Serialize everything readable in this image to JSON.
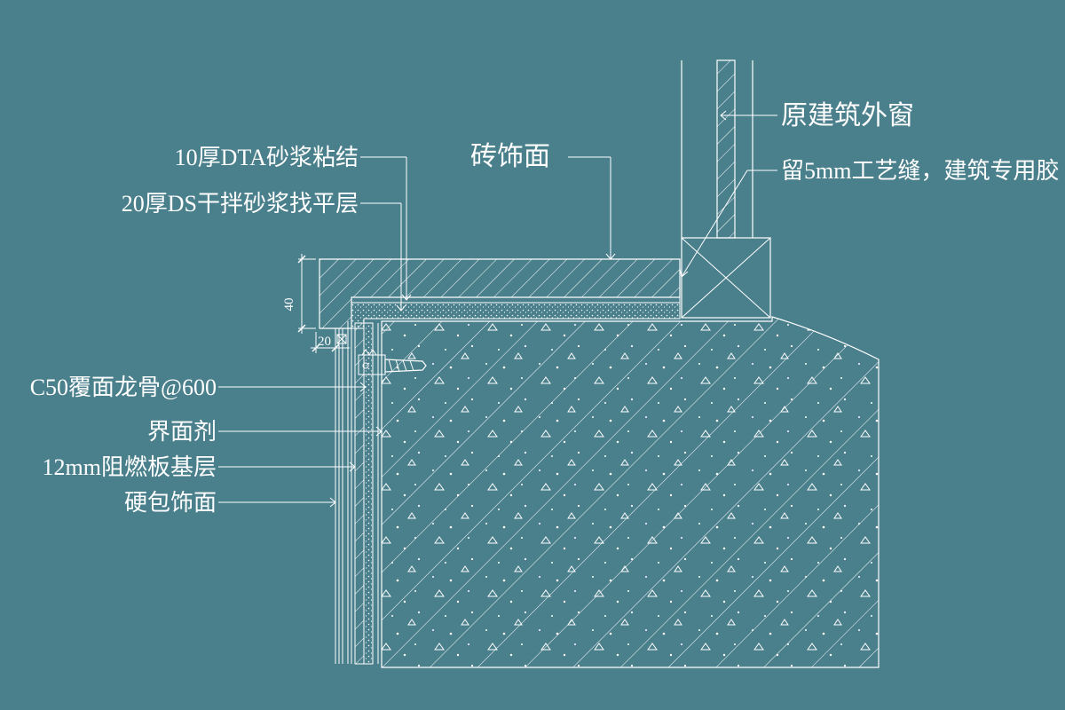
{
  "labels": {
    "window": "原建筑外窗",
    "joint": "留5mm工艺缝，建筑专用胶",
    "tile": "砖饰面",
    "mortar_bond": "10厚DTA砂浆粘结",
    "leveling": "20厚DS干拌砂浆找平层",
    "keel": "C50覆面龙骨@600",
    "interface": "界面剂",
    "board": "12mm阻燃板基层",
    "finish": "硬包饰面"
  },
  "dimensions": {
    "sill_thickness": "40",
    "edge_offset": "20"
  },
  "colors": {
    "background": "#4a7f8c",
    "line": "#ffffff"
  }
}
